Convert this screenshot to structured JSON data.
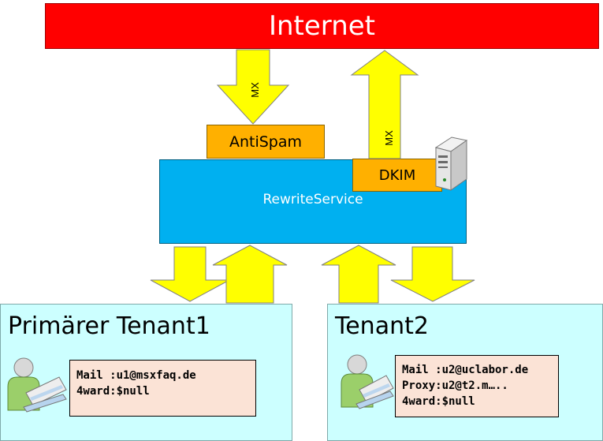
{
  "internet": {
    "label": "Internet"
  },
  "arrows": {
    "mx_in_label": "MX",
    "mx_out_label": "MX"
  },
  "antispam": {
    "label": "AntiSpam"
  },
  "rewrite_service": {
    "label": "RewriteService"
  },
  "dkim": {
    "label": "DKIM"
  },
  "tenant1": {
    "title": "Primärer Tenant1",
    "mailbox_lines": [
      "Mail :u1@msxfaq.de",
      "4ward:$null"
    ]
  },
  "tenant2": {
    "title": "Tenant2",
    "mailbox_lines": [
      "Mail :u2@uclabor.de",
      "Proxy:u2@t2.m…..",
      "4ward:$null"
    ]
  },
  "colors": {
    "internet": "#ff0000",
    "antispam": "#ffb000",
    "rewrite": "#00b0f0",
    "tenant": "#ccffff",
    "arrow": "#ffff00",
    "mailbox": "#fbe3d6"
  }
}
